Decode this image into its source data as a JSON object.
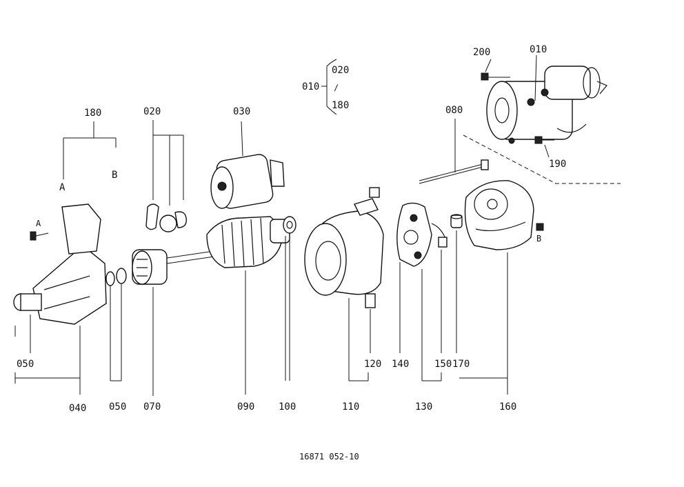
{
  "callouts": {
    "p010_top": "010",
    "p200": "200",
    "p190": "190",
    "p080": "080",
    "p180": "180",
    "p020": "020",
    "p030": "030",
    "ref_A_top": "A",
    "ref_B_top": "B",
    "ref_A_bolt": "A",
    "ref_B_bolt": "B",
    "p050_left": "050",
    "p040": "040",
    "p050_bottom": "050",
    "p070": "070",
    "p090": "090",
    "p100": "100",
    "p110": "110",
    "p120": "120",
    "p140": "140",
    "p130": "130",
    "p150": "150",
    "p170": "170",
    "p160": "160"
  },
  "legend": {
    "assembly": "010",
    "range_start": "020",
    "range_sep": "∕",
    "range_end": "180"
  },
  "footer": {
    "drawing_code": "16871  052-10"
  }
}
